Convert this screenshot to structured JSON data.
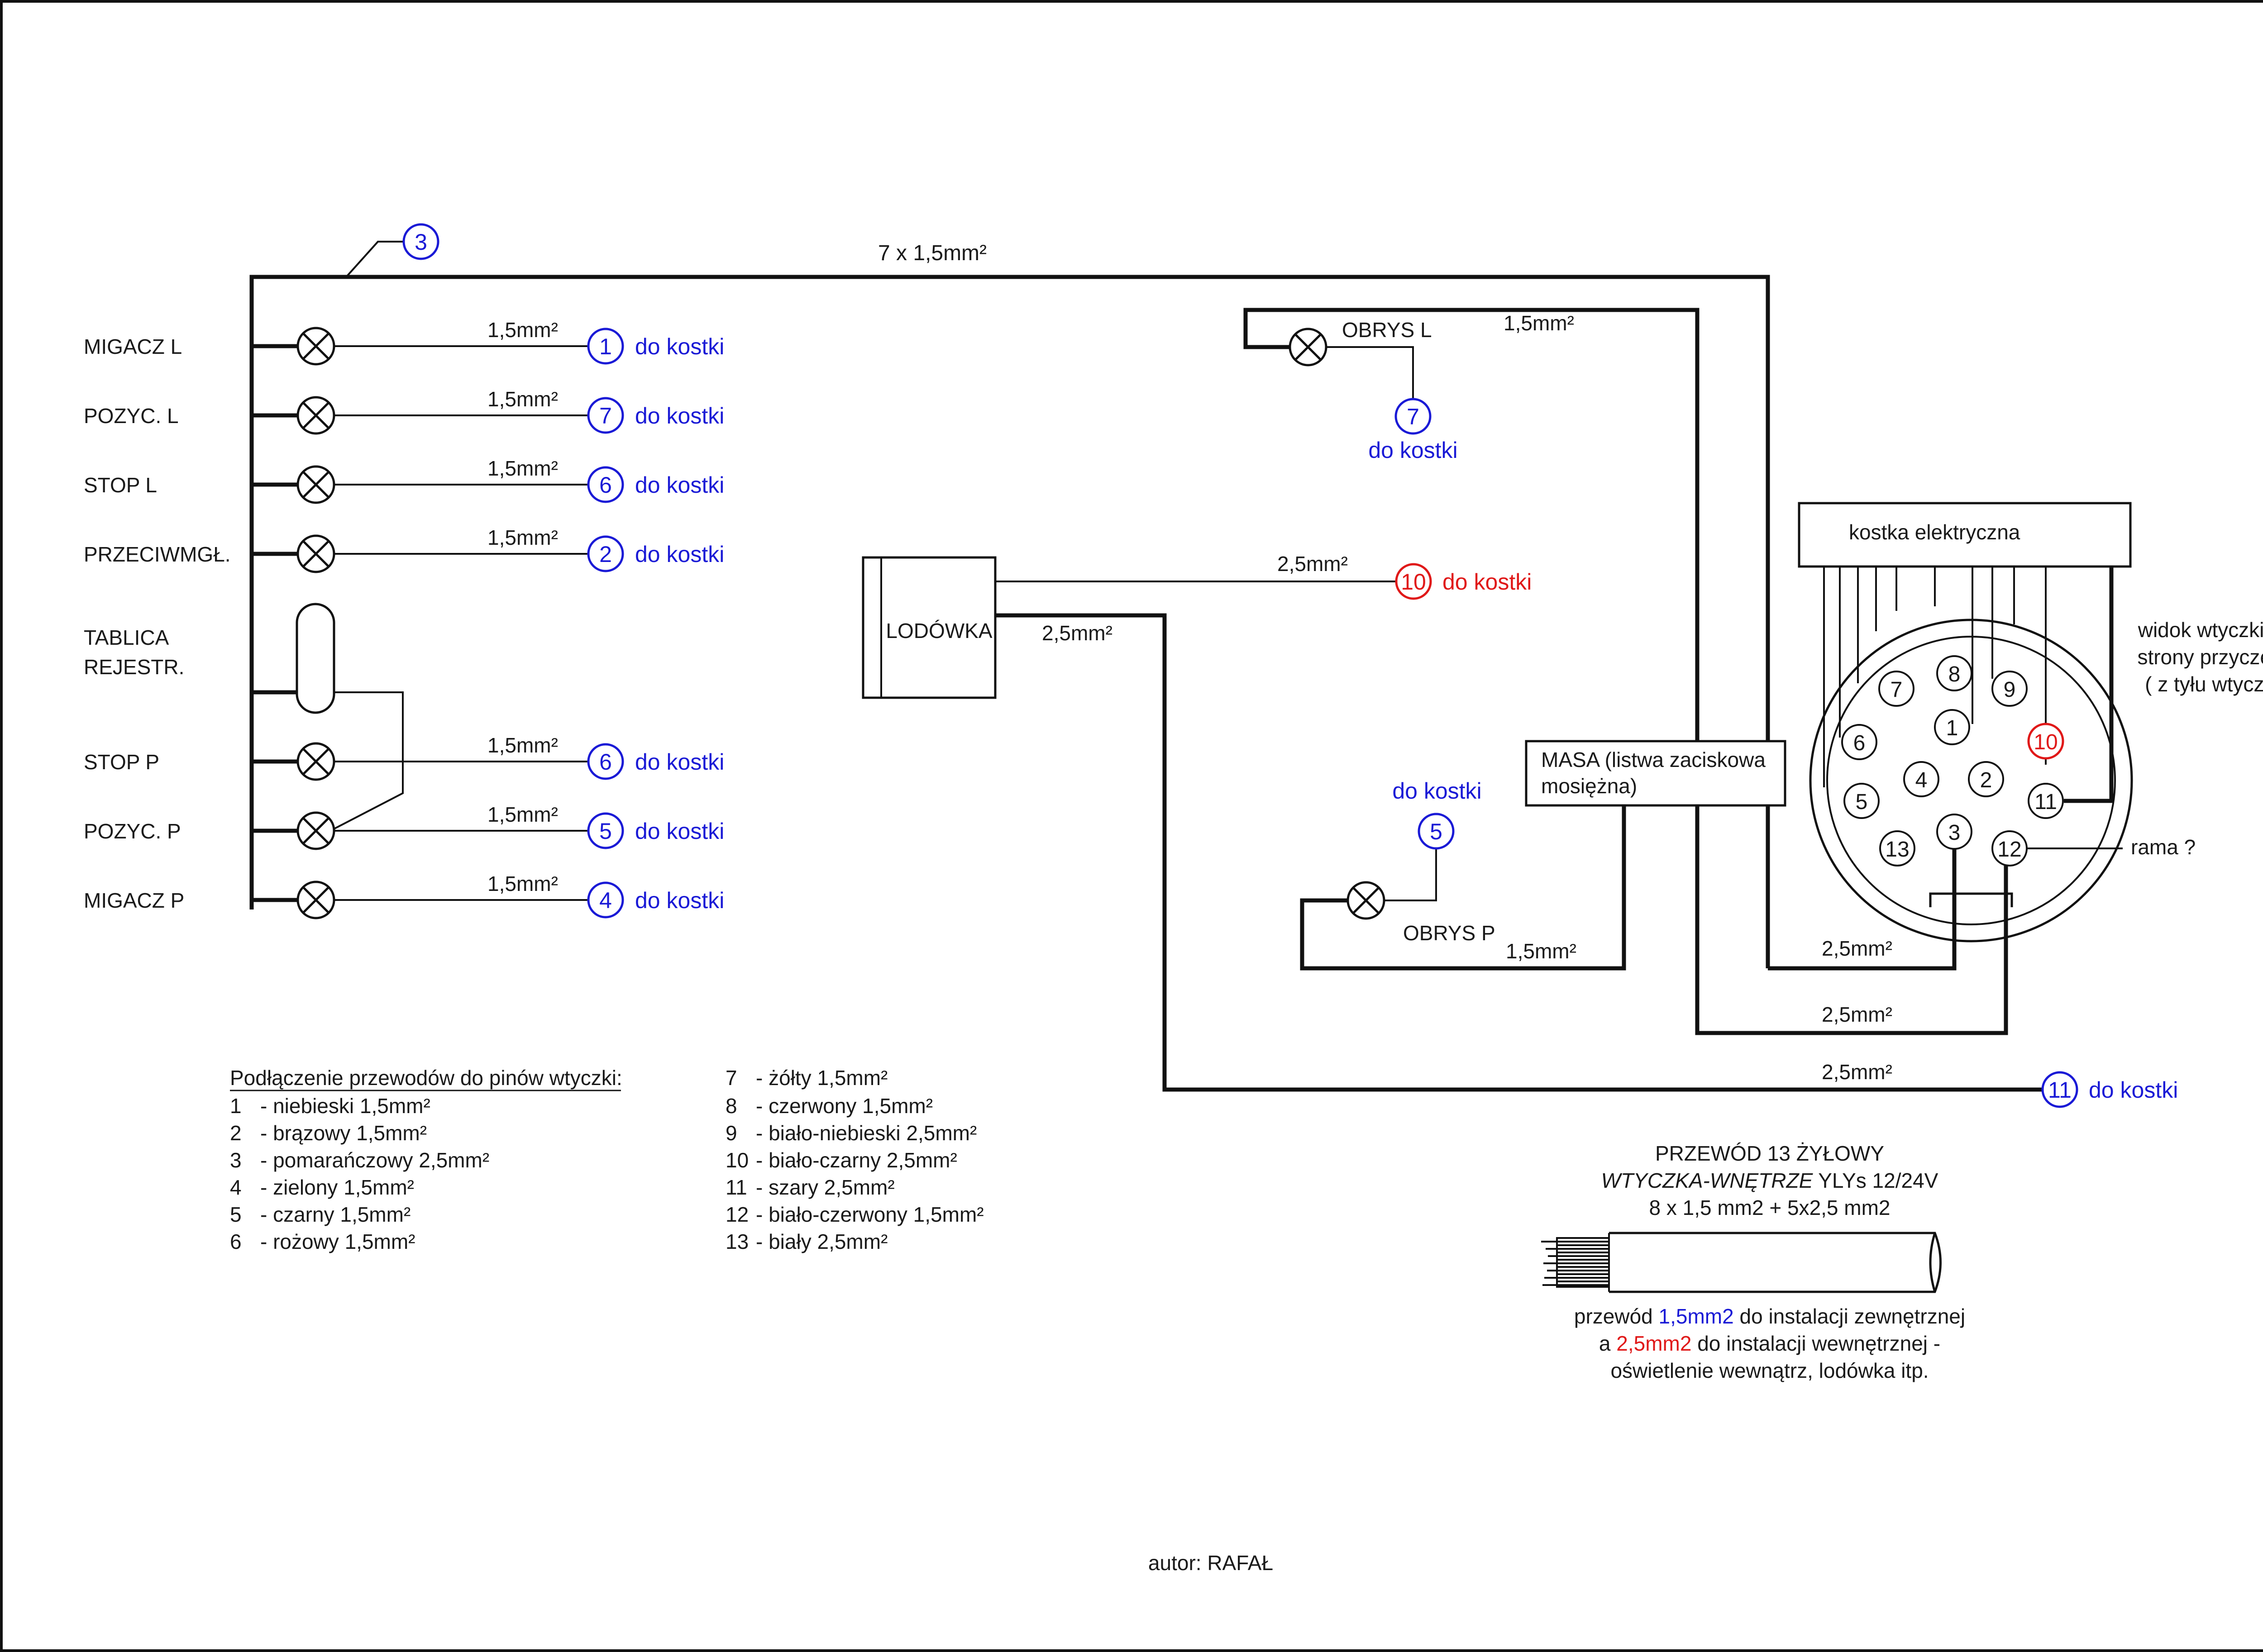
{
  "top_wire": {
    "label": "7 x 1,5mm²",
    "node": "3"
  },
  "lamps": [
    {
      "label": "MIGACZ L",
      "wire": "1,5mm²",
      "pin": "1",
      "dest": "do kostki"
    },
    {
      "label": "POZYC. L",
      "wire": "1,5mm²",
      "pin": "7",
      "dest": "do kostki"
    },
    {
      "label": "STOP L",
      "wire": "1,5mm²",
      "pin": "6",
      "dest": "do kostki"
    },
    {
      "label": "PRZECIWMGŁ.",
      "wire": "1,5mm²",
      "pin": "2",
      "dest": "do kostki"
    },
    {
      "label": "STOP P",
      "wire": "1,5mm²",
      "pin": "6",
      "dest": "do kostki"
    },
    {
      "label": "POZYC. P",
      "wire": "1,5mm²",
      "pin": "5",
      "dest": "do kostki"
    },
    {
      "label": "MIGACZ P",
      "wire": "1,5mm²",
      "pin": "4",
      "dest": "do kostki"
    }
  ],
  "plate": {
    "line1": "TABLICA",
    "line2": "REJESTR."
  },
  "obrys_l": {
    "label": "OBRYS L",
    "wire": "1,5mm²",
    "pin": "7",
    "dest": "do kostki"
  },
  "obrys_p": {
    "label": "OBRYS P",
    "wire": "1,5mm²",
    "pin": "5",
    "dest": "do kostki"
  },
  "fridge": {
    "label": "LODÓWKA",
    "wire_top": "2,5mm²",
    "pin_top": "10",
    "dest_top": "do kostki",
    "wire_bottom": "2,5mm²"
  },
  "masa": {
    "line1": "MASA (listwa zaciskowa",
    "line2": "mosiężna)"
  },
  "kostka": {
    "label": "kostka elektryczna"
  },
  "plug_view": {
    "line1": "widok wtyczki od",
    "line2": "strony przyczepy",
    "line3": "( z tyłu wtyczki)"
  },
  "plug_pins": [
    "1",
    "2",
    "3",
    "4",
    "5",
    "6",
    "7",
    "8",
    "9",
    "10",
    "11",
    "12",
    "13"
  ],
  "rama": "rama ?",
  "bottom_wires": {
    "w1": "2,5mm²",
    "w2": "2,5mm²",
    "w3": "2,5mm²",
    "pin": "11",
    "dest": "do kostki"
  },
  "legend": {
    "title": "Podłączenie przewodów do pinów wtyczki:",
    "left": [
      {
        "num": "1",
        "text": "- niebieski 1,5mm²"
      },
      {
        "num": "2",
        "text": "- brązowy 1,5mm²"
      },
      {
        "num": "3",
        "text": "- pomarańczowy 2,5mm²"
      },
      {
        "num": "4",
        "text": "- zielony 1,5mm²"
      },
      {
        "num": "5",
        "text": "- czarny 1,5mm²"
      },
      {
        "num": "6",
        "text": "- rożowy 1,5mm²"
      }
    ],
    "right": [
      {
        "num": "7",
        "text": "- żółty 1,5mm²"
      },
      {
        "num": "8",
        "text": "- czerwony 1,5mm²"
      },
      {
        "num": "9",
        "text": "- biało-niebieski 2,5mm²"
      },
      {
        "num": "10",
        "text": "- biało-czarny 2,5mm²"
      },
      {
        "num": "11",
        "text": "- szary 2,5mm²"
      },
      {
        "num": "12",
        "text": "- biało-czerwony 1,5mm²"
      },
      {
        "num": "13",
        "text": "- biały 2,5mm²"
      }
    ]
  },
  "cable": {
    "line1": "PRZEWÓD 13 ŻYŁOWY",
    "line2_italic": "WTYCZKA-WNĘTRZE",
    "line2_rest": " YLYs 12/24V",
    "line3": "8 x 1,5 mm2 + 5x2,5 mm2",
    "note1_a": "przewód ",
    "note1_b": "1,5mm2",
    "note1_c": " do instalacji zewnętrznej",
    "note2_a": "a ",
    "note2_b": "2,5mm2",
    "note2_c": " do instalacji wewnętrznej -",
    "note3": "oświetlenie wewnątrz, lodówka itp."
  },
  "author": "autor: RAFAŁ",
  "colors": {
    "blue": "#1a1ad6",
    "red": "#e01818",
    "line": "#111111"
  }
}
